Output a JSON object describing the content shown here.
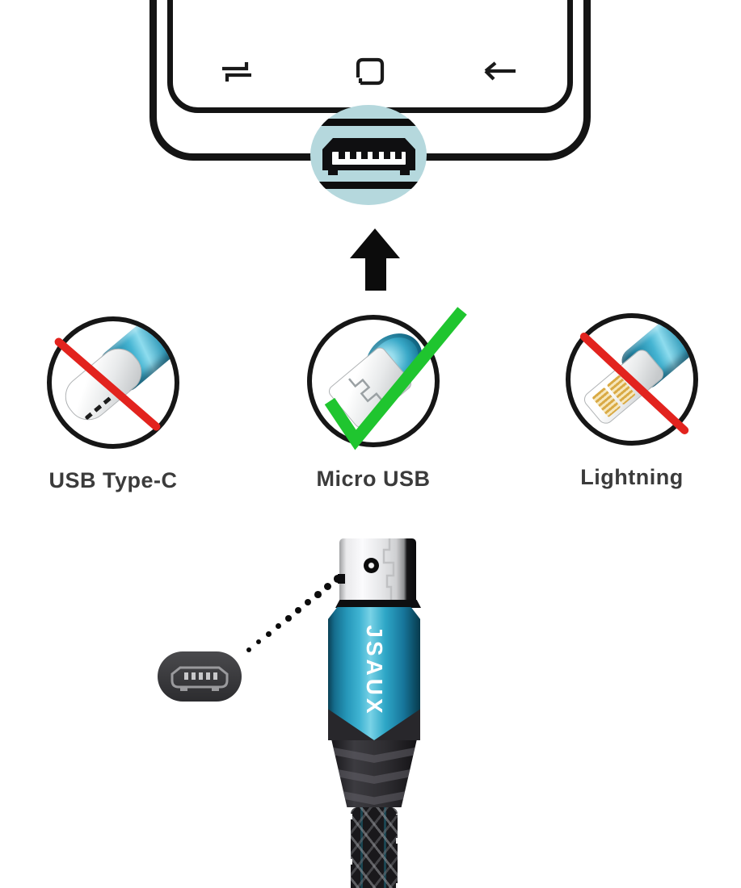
{
  "colors": {
    "outline": "#141414",
    "callout-bg": "#b5d8dd",
    "check-green": "#1fc52f",
    "cross-red": "#e2231e",
    "teal-mid": "#35aecd",
    "teal-highlight": "#7fd6e8",
    "teal-dark": "#0d5a78",
    "label-text": "#3b3b3b"
  },
  "phone": {
    "nav_icons": [
      {
        "name": "recent-apps-icon",
        "glyph": "⇌"
      },
      {
        "name": "home-button-icon",
        "glyph": "▢"
      },
      {
        "name": "back-arrow-icon",
        "glyph": "←"
      }
    ],
    "port_callout": {
      "icon": "micro-usb-port-icon"
    }
  },
  "pointer": {
    "name": "up-arrow-icon",
    "glyph": "▲"
  },
  "compatibility": {
    "items": [
      {
        "id": "usb-type-c",
        "label": "USB Type-C",
        "mark": "cross",
        "compatible": false
      },
      {
        "id": "micro-usb",
        "label": "Micro USB",
        "mark": "check",
        "compatible": true
      },
      {
        "id": "lightning",
        "label": "Lightning",
        "mark": "cross",
        "compatible": false
      }
    ]
  },
  "cable": {
    "brand": "JSAUX",
    "connector": "micro-usb",
    "socket_icon": "micro-usb-socket-icon"
  }
}
